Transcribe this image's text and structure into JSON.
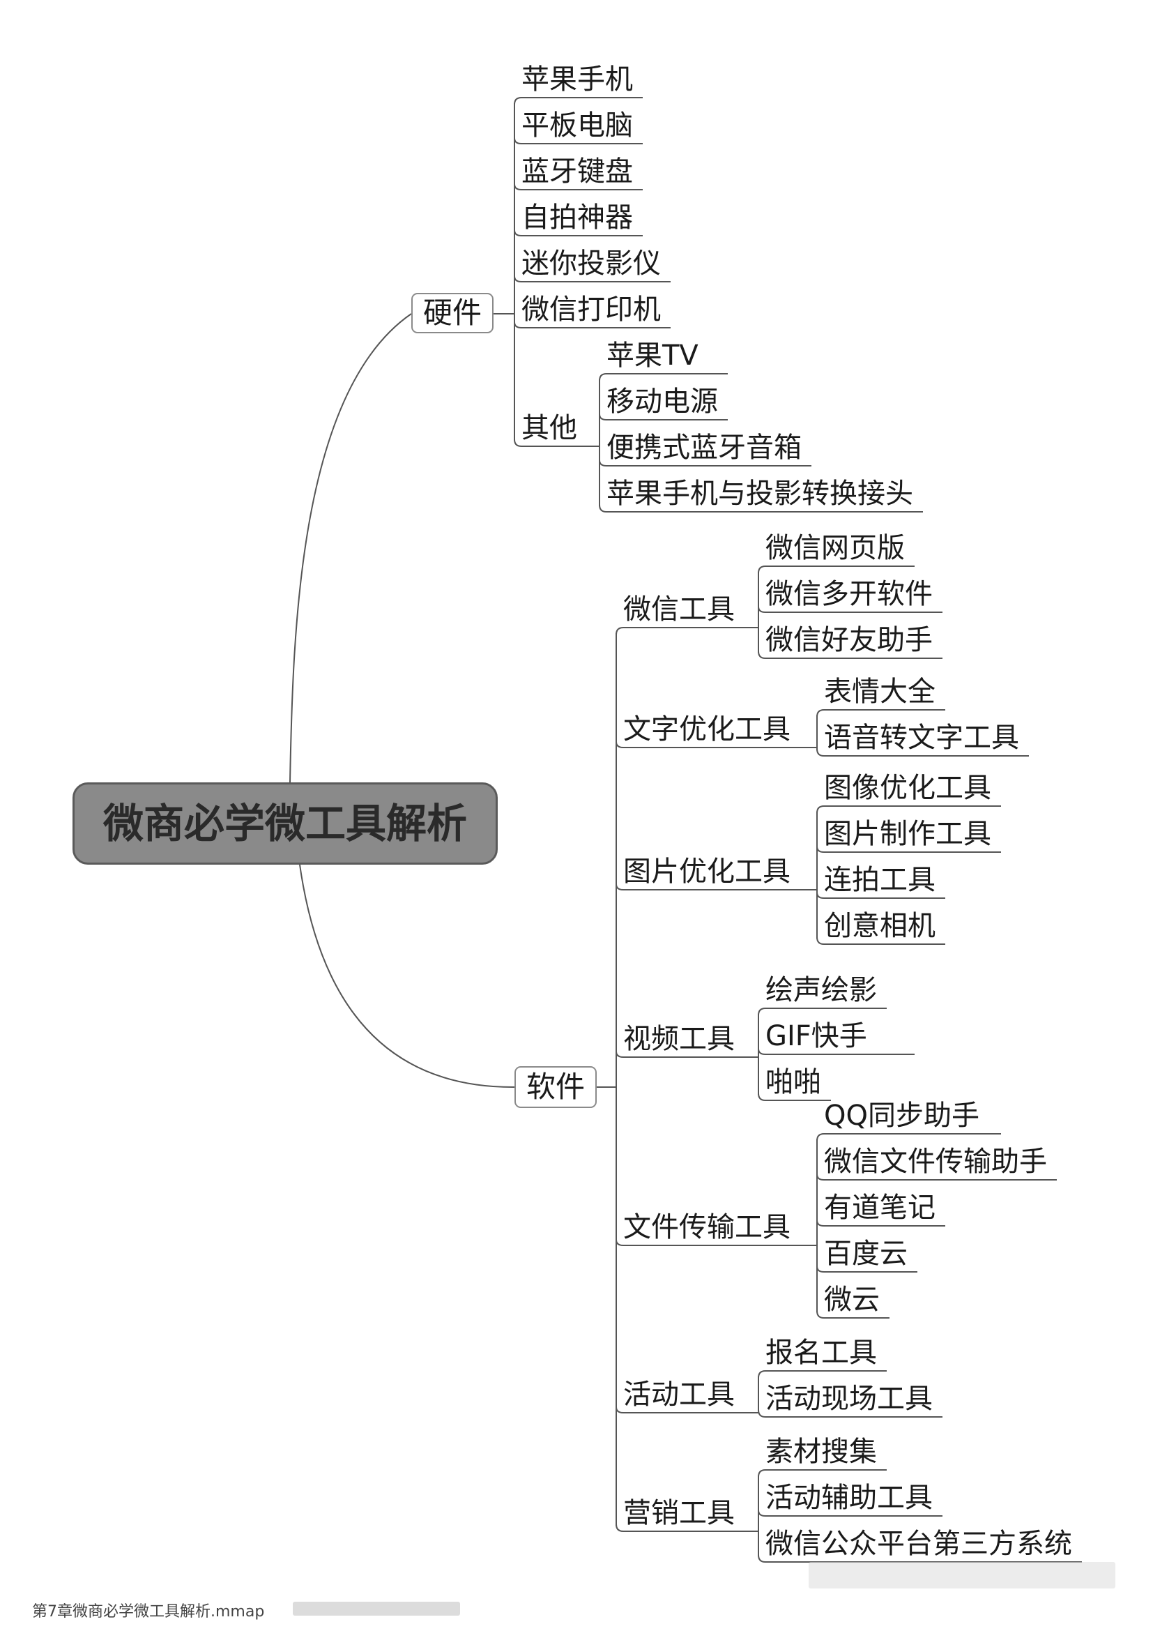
{
  "root": "微商必学微工具解析",
  "hardware": {
    "label": "硬件",
    "items": [
      "苹果手机",
      "平板电脑",
      "蓝牙键盘",
      "自拍神器",
      "迷你投影仪",
      "微信打印机"
    ],
    "other": {
      "label": "其他",
      "items": [
        "苹果TV",
        "移动电源",
        "便携式蓝牙音箱",
        "苹果手机与投影转换接头"
      ]
    }
  },
  "software": {
    "label": "软件",
    "groups": [
      {
        "label": "微信工具",
        "items": [
          "微信网页版",
          "微信多开软件",
          "微信好友助手"
        ]
      },
      {
        "label": "文字优化工具",
        "items": [
          "表情大全",
          "语音转文字工具"
        ]
      },
      {
        "label": "图片优化工具",
        "items": [
          "图像优化工具",
          "图片制作工具",
          "连拍工具",
          "创意相机"
        ]
      },
      {
        "label": "视频工具",
        "items": [
          "绘声绘影",
          "GIF快手",
          "啪啪"
        ]
      },
      {
        "label": "文件传输工具",
        "items": [
          "QQ同步助手",
          "微信文件传输助手",
          "有道笔记",
          "百度云",
          "微云"
        ]
      },
      {
        "label": "活动工具",
        "items": [
          "报名工具",
          "活动现场工具"
        ]
      },
      {
        "label": "营销工具",
        "items": [
          "素材搜集",
          "活动辅助工具",
          "微信公众平台第三方系统"
        ]
      }
    ]
  },
  "footer": "第7章微商必学微工具解析.mmap"
}
